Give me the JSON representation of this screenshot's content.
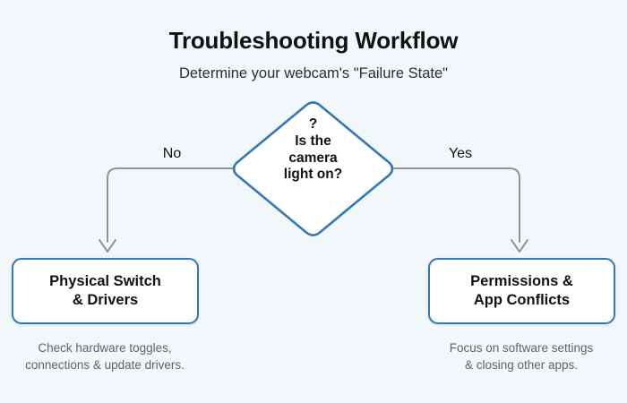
{
  "header": {
    "title": "Troubleshooting Workflow",
    "subtitle": "Determine your webcam's \"Failure State\""
  },
  "decision": {
    "icon": "question-mark",
    "question_line1": "Is the",
    "question_line2": "camera",
    "question_line3": "light on?",
    "shape": "diamond",
    "border_color": "#3178b8",
    "fill_color": "#ffffff"
  },
  "branches": [
    {
      "label": "No",
      "side": "left"
    },
    {
      "label": "Yes",
      "side": "right"
    }
  ],
  "outcomes": [
    {
      "side": "left",
      "title_line1": "Physical Switch",
      "title_line2": "& Drivers",
      "caption_line1": "Check hardware toggles,",
      "caption_line2": "connections & update drivers."
    },
    {
      "side": "right",
      "title_line1": "Permissions &",
      "title_line2": "App Conflicts",
      "caption_line1": "Focus on software settings",
      "caption_line2": "& closing other apps."
    }
  ],
  "theme": {
    "background": "#f2f7f9",
    "accent": "#3178b8",
    "connector": "#8e959b",
    "text_primary": "#111111",
    "text_muted": "#5d646b"
  }
}
